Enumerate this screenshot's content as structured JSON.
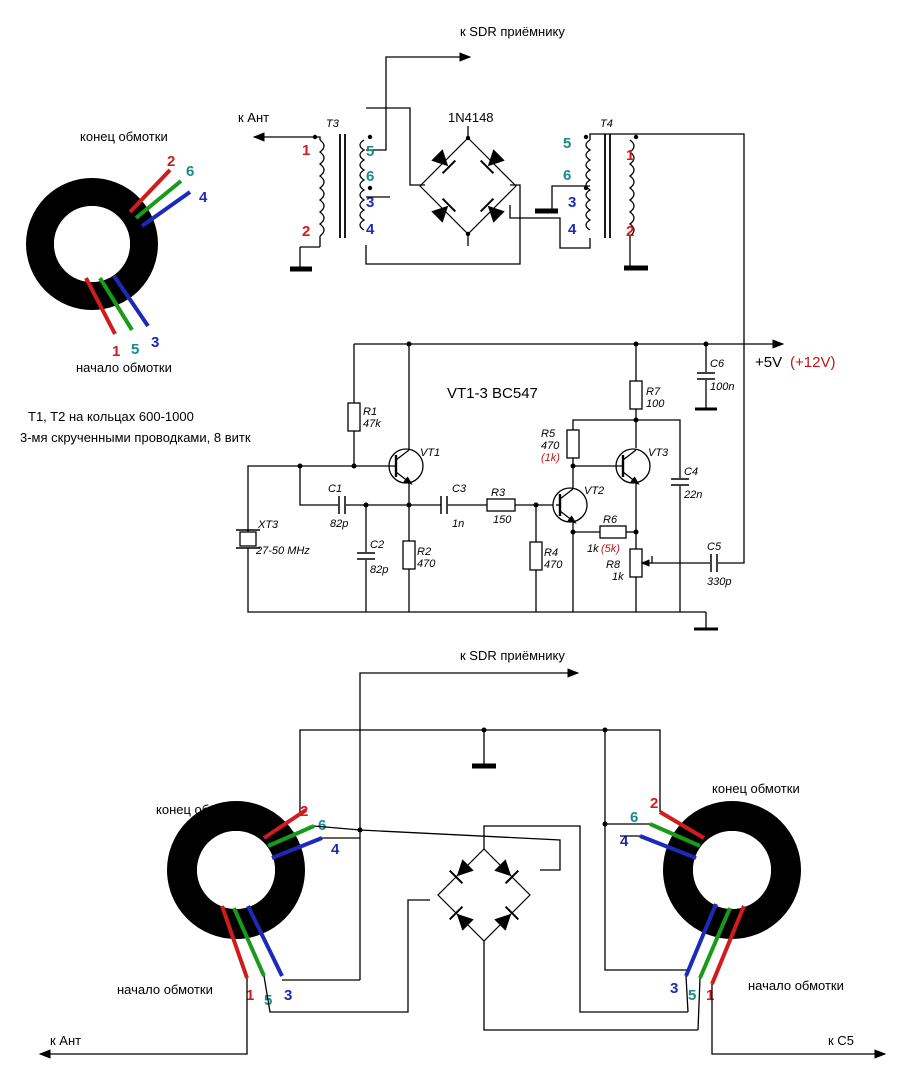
{
  "labels": {
    "sdr_top": "к SDR приёмнику",
    "sdr_bottom": "к SDR приёмнику",
    "ant_top": "к Ант",
    "ant_bottom": "к Ант",
    "c5_bottom": "к C5",
    "diode": "1N4148",
    "t3": "T3",
    "t4": "T4",
    "power": "+5V",
    "power_alt": "(+12V)",
    "transistors": "VT1-3 BC547",
    "note_line1": "T1, T2 на кольцах 600-1000",
    "note_line2": "3-мя скрученными проводками, 8 витк",
    "winding_end": "конец обмотки",
    "winding_start": "начало обмотки"
  },
  "pins": {
    "p1": "1",
    "p2": "2",
    "p3": "3",
    "p4": "4",
    "p5": "5",
    "p6": "6"
  },
  "components": {
    "r1": "R1",
    "r1v": "47k",
    "r2": "R2",
    "r2v": "470",
    "r3": "R3",
    "r3v": "150",
    "r4": "R4",
    "r4v": "470",
    "r5": "R5",
    "r5v": "470",
    "r5alt": "(1k)",
    "r6": "R6",
    "r6v": "1k",
    "r6alt": "(5k)",
    "r7": "R7",
    "r7v": "100",
    "r8": "R8",
    "r8v": "1k",
    "c1": "C1",
    "c1v": "82p",
    "c2": "C2",
    "c2v": "82p",
    "c3": "C3",
    "c3v": "1n",
    "c4": "C4",
    "c4v": "22n",
    "c5": "C5",
    "c5v": "330p",
    "c6": "C6",
    "c6v": "100n",
    "xt3": "XT3",
    "xt3v": "27-50 MHz",
    "vt1": "VT1",
    "vt2": "VT2",
    "vt3": "VT3"
  },
  "colors": {
    "red": "#d01c1c",
    "green": "#1a8a8a",
    "blue": "#1c2ab8",
    "wire_green": "#1a9a1a"
  }
}
